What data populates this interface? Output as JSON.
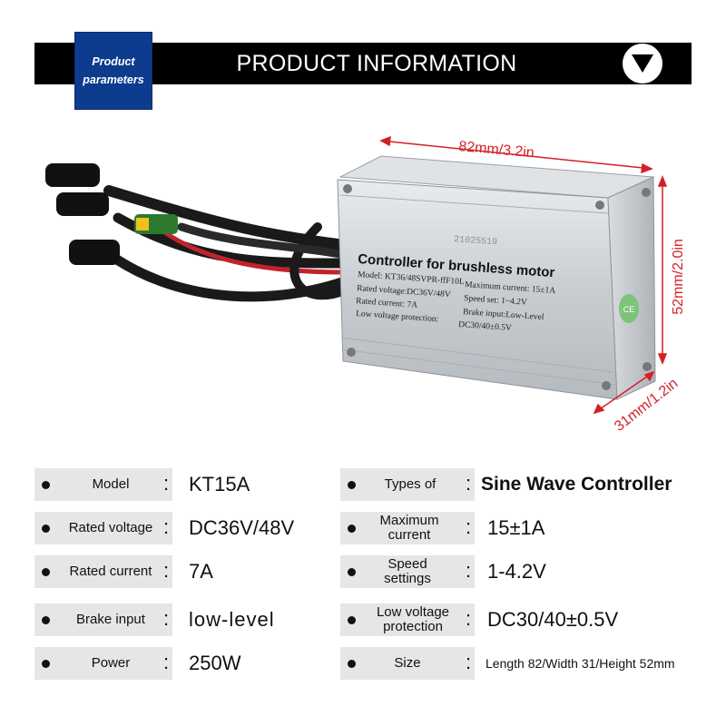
{
  "header": {
    "badge_line1": "Product",
    "badge_line2": "parameters",
    "title": "PRODUCT INFORMATION",
    "toggle_icon": "triangle-down-icon"
  },
  "product": {
    "label_title": "Controller for brushless motor",
    "label_serial": "21025519",
    "label_lines_left": [
      "Model: KT36/48SVPR-ffF10L",
      "Rated voltage:DC36V/48V",
      "Rated current:    7A",
      "Low voltage protection:"
    ],
    "label_lines_right": [
      "Maximum current: 15±1A",
      "Speed set:  1~4.2V",
      "Brake input:Low-Level",
      "DC30/40±0.5V"
    ],
    "side_badge": "CE",
    "dimensions": {
      "length": "82mm/3.2in",
      "height": "52mm/2.0in",
      "width": "31mm/1.2in"
    }
  },
  "specs_left": [
    {
      "label": "Model",
      "value": "KT15A"
    },
    {
      "label": "Rated voltage",
      "value": "DC36V/48V"
    },
    {
      "label": "Rated current",
      "value": "7A"
    },
    {
      "label": "Brake input",
      "value": "low-level"
    },
    {
      "label": "Power",
      "value": "250W"
    }
  ],
  "specs_right": [
    {
      "label": "Types of",
      "value": "Sine Wave Controller"
    },
    {
      "label": "Maximum current",
      "value": "15±1A"
    },
    {
      "label": "Speed settings",
      "value": "1-4.2V"
    },
    {
      "label": "Low voltage protection",
      "value": "DC30/40±0.5V"
    },
    {
      "label": "Size",
      "value": "Length 82/Width 31/Height 52mm"
    }
  ],
  "separator": ":"
}
